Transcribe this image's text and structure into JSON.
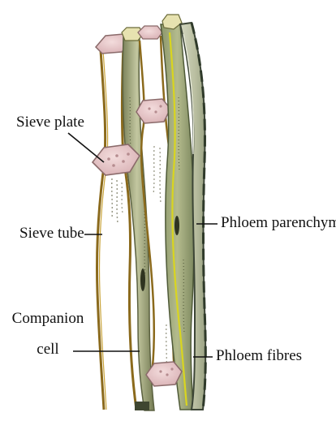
{
  "labels": {
    "sieve_plate": "Sieve plate",
    "sieve_tube": "Sieve tube",
    "companion_cell_line1": "Companion",
    "companion_cell_line2": "cell",
    "phloem_parenchyma": "Phloem parenchyma",
    "phloem_fibres": "Phloem fibres"
  },
  "colors": {
    "sieve_plate_fill": "#e6c3c6",
    "sieve_plate_stroke": "#8a6a6a",
    "tube_wall": "#8b6a1c",
    "tube_wall_light": "#c9a43a",
    "companion_fill": "#a7ad80",
    "companion_dark": "#5b6140",
    "parenchyma_fill": "#9aa57a",
    "parenchyma_stripe": "#d9d51f",
    "fibre_fill": "#c6cbb0",
    "fibre_outline": "#3c4536",
    "leader_line": "#111111"
  }
}
